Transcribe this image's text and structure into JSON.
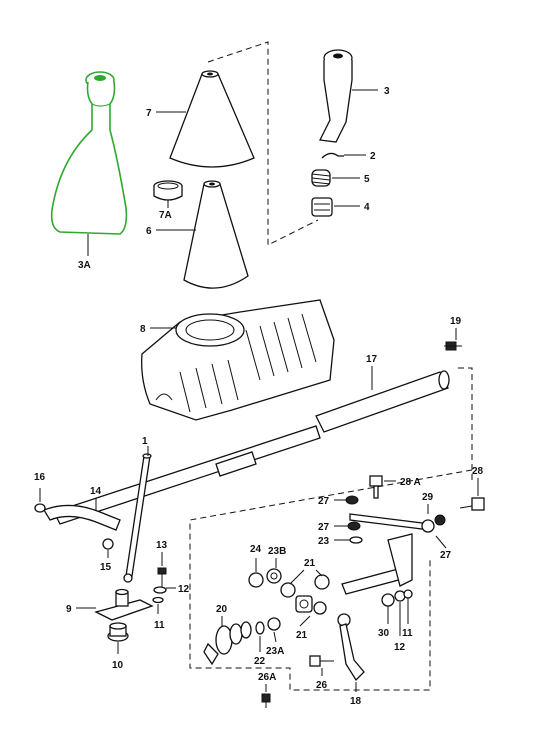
{
  "labels": {
    "l1": "1",
    "l2": "2",
    "l3": "3",
    "l3a": "3A",
    "l4": "4",
    "l5": "5",
    "l6": "6",
    "l7": "7",
    "l7a": "7A",
    "l8": "8",
    "l9": "9",
    "l10": "10",
    "l11a": "11",
    "l11b": "11",
    "l12a": "12",
    "l12b": "12",
    "l13": "13",
    "l14": "14",
    "l15": "15",
    "l16": "16",
    "l17": "17",
    "l18": "18",
    "l19": "19",
    "l20": "20",
    "l21a": "21",
    "l21b": "21",
    "l22": "22",
    "l23a": "23",
    "l23b": "23B",
    "l23c": "23A",
    "l24": "24",
    "l26": "26",
    "l26a": "26A",
    "l27a": "27",
    "l27b": "27",
    "l27c": "27",
    "l28": "28",
    "l28a": "28 A",
    "l29": "29",
    "l30": "30"
  },
  "colors": {
    "ink": "#111111",
    "highlight": "#2fa82f",
    "paper": "#ffffff"
  }
}
